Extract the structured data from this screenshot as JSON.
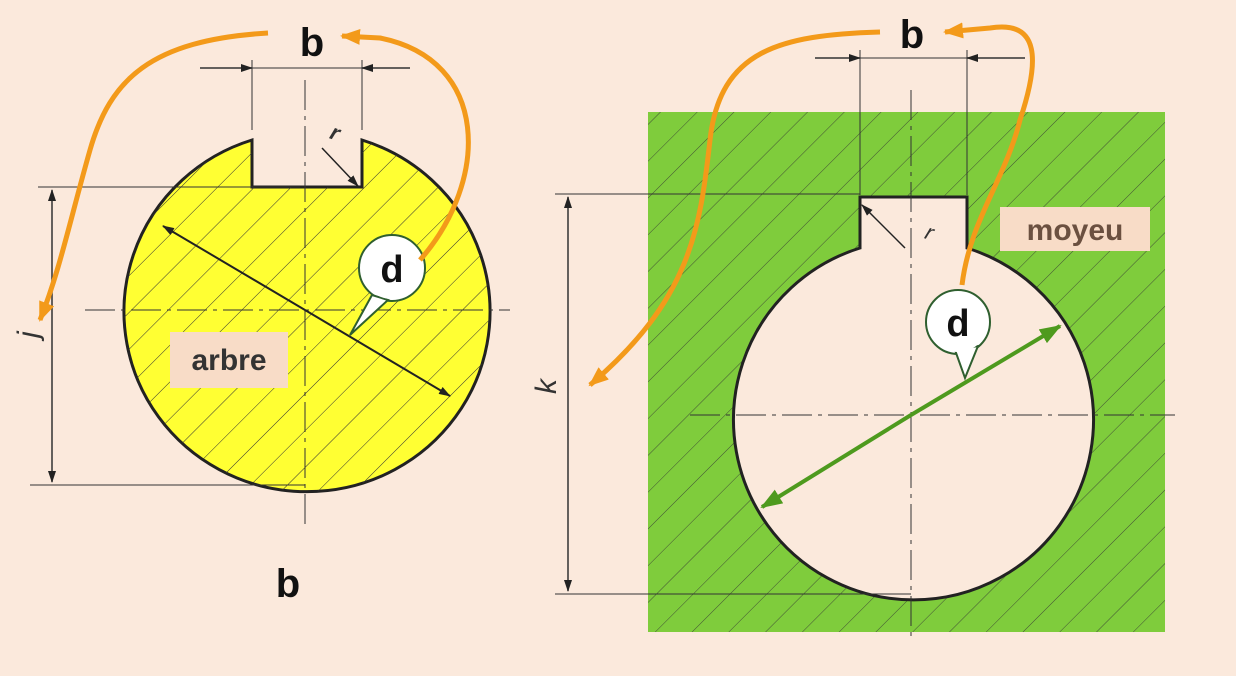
{
  "shaft": {
    "label": "arbre",
    "width_label": "b",
    "diameter_label": "d",
    "depth_label": "j",
    "radius_label": "r",
    "bottom_label": "b",
    "fill_color": "#ffff33"
  },
  "hub": {
    "label": "moyeu",
    "width_label": "b",
    "diameter_label": "d",
    "depth_label": "k",
    "radius_label": "r",
    "fill_color": "#7fcc3c"
  },
  "colors": {
    "background": "#fbe9dc",
    "arrow_orange": "#f39a1a",
    "arrow_green": "#4e9a1e",
    "label_bg": "#f8dcc7"
  }
}
